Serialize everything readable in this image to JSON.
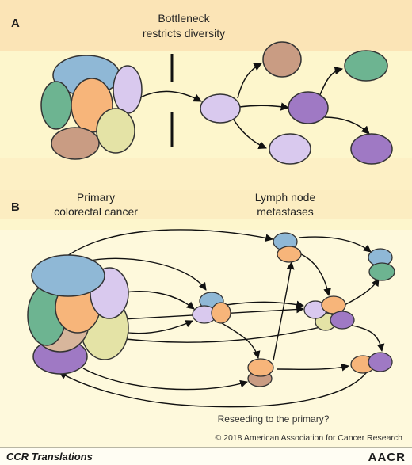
{
  "panel_a": {
    "letter": "A",
    "title_line1": "Bottleneck",
    "title_line2": "restricts diversity"
  },
  "panel_b": {
    "letter": "B",
    "primary_line1": "Primary",
    "primary_line2": "colorectal cancer",
    "lymph_line1": "Lymph node",
    "lymph_line2": "metastases",
    "reseeding": "Reseeding to the primary?"
  },
  "copyright": "© 2018 American Association for Cancer Research",
  "footer": {
    "left": "CCR Translations",
    "logo": "AACR"
  },
  "colors": {
    "header_band": "#fbe4b6",
    "panel_bg": "#fdf6cc",
    "white_band": "#fffdf3",
    "blue": "#8fb8d6",
    "green": "#6db491",
    "purple_light": "#d9c9ee",
    "purple_dark": "#9f79c4",
    "orange": "#f7b57a",
    "brown": "#c99c83",
    "olive": "#e4e3a6"
  }
}
